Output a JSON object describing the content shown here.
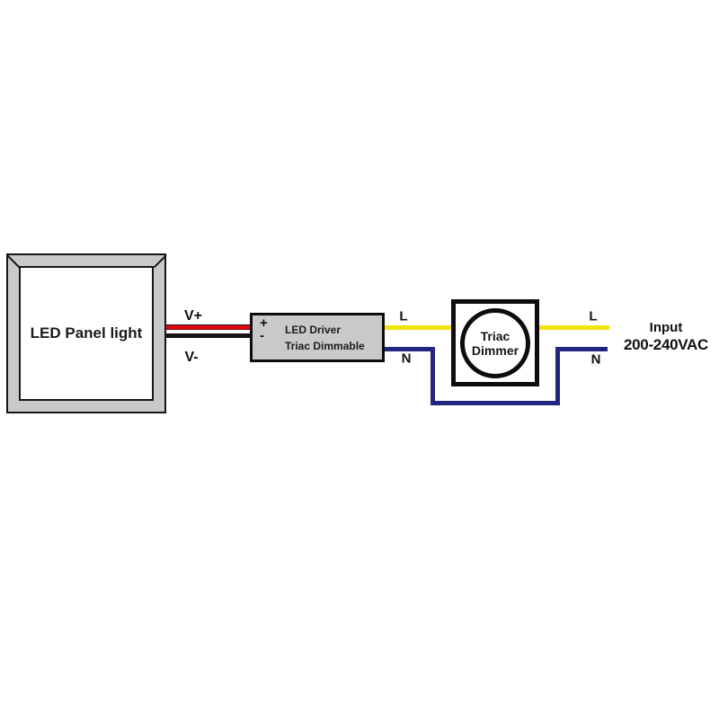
{
  "diagram": {
    "panel": {
      "label": "LED Panel light"
    },
    "driver": {
      "plus": "+",
      "minus": "-",
      "name_line1": "LED Driver",
      "name_line2": "Triac Dimmable"
    },
    "dimmer": {
      "name_line1": "Triac",
      "name_line2": "Dimmer"
    },
    "labels": {
      "v_plus": "V+",
      "v_minus": "V-",
      "l_left": "L",
      "n_left": "N",
      "l_right": "L",
      "n_right": "N"
    },
    "input": {
      "line1": "Input",
      "line2": "200-240VAC"
    }
  },
  "colors": {
    "wire-red": "#e30613",
    "wire-black": "#141414",
    "wire-yellow": "#f2e30e",
    "wire-blue": "#23247f",
    "box-gray": "#c9c9c9",
    "outline": "#161616"
  }
}
